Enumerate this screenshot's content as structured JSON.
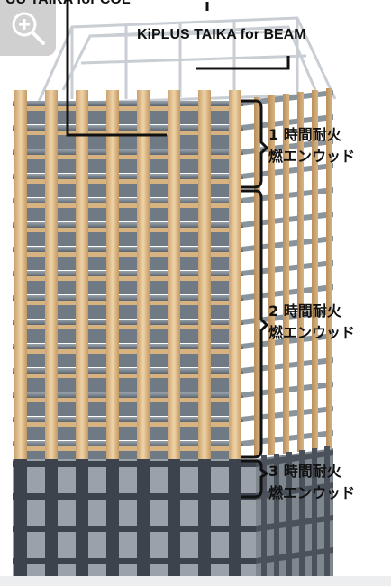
{
  "labels": {
    "top_cut": "UU TAIKA for COL",
    "beam": "KiPLUS TAIKA for BEAM"
  },
  "tiers": [
    {
      "line1": "1 時間耐火",
      "line2": "燃エンウッド"
    },
    {
      "line1": "2 時間耐火",
      "line2": "燃エンウッド"
    },
    {
      "line1": "3 時間耐火",
      "line2": "燃エンウッド"
    }
  ],
  "colors": {
    "timber": "#e3c08e",
    "steel": "#3d434c",
    "frame_ghost": "#c7ccd2",
    "slab": "#8a949c"
  },
  "icons": {
    "zoom": "zoom-in-icon"
  }
}
